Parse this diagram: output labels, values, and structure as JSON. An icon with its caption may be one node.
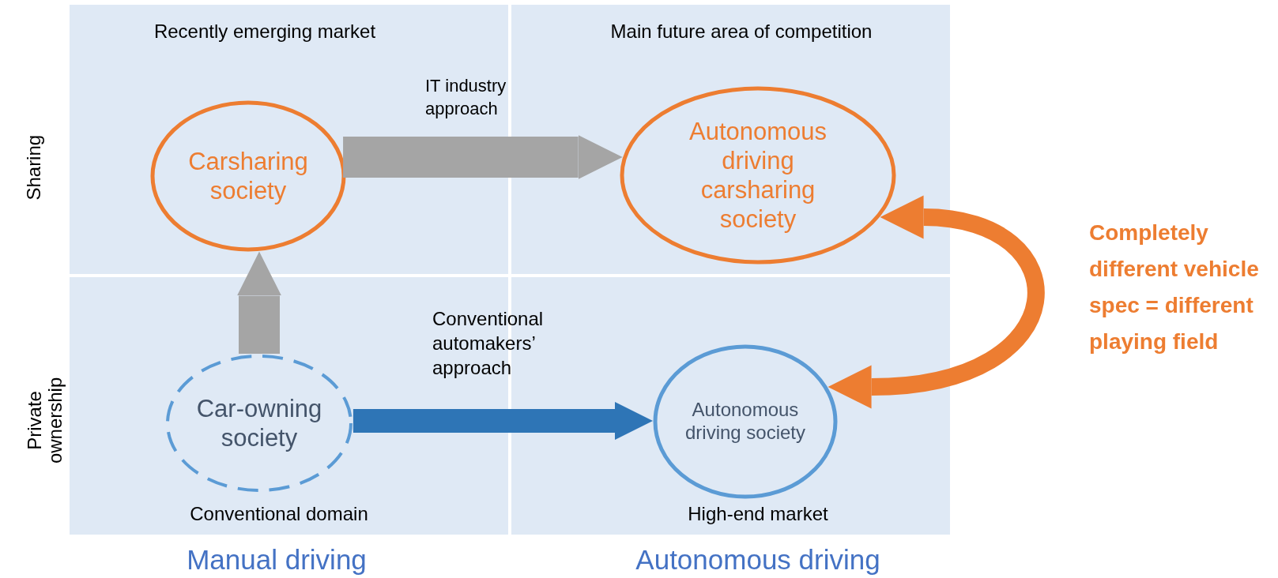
{
  "diagram": {
    "nodes": [
      {
        "text": [
          "Recently emerging market"
        ]
      },
      {
        "text": [
          "Carsharing society"
        ],
        "in": 0
      },
      {
        "text": [
          "Main future area of competition"
        ]
      },
      {
        "text": [
          "Autonomous driving carsharing society"
        ],
        "in": 2
      },
      {
        "text": [
          "Conventional domain"
        ]
      },
      {
        "text": [
          "Car-owning society"
        ],
        "in": 4
      },
      {
        "text": [
          "High-end market"
        ]
      },
      {
        "text": [
          "Autonomous driving society"
        ],
        "in": 6
      }
    ],
    "edges": [
      {
        "from": 5,
        "to": 1,
        "arrow": "to"
      },
      {
        "from": 1,
        "to": 3,
        "arrow": "to",
        "label": "IT industry approach"
      },
      {
        "from": 5,
        "to": 7,
        "arrow": "to",
        "color": "#2e75b6",
        "label": "Conventional automakers’ approach"
      },
      {
        "from": 3,
        "to": 7,
        "arrow": "both",
        "color": "#ed7d31",
        "label": "Completely different vehicle spec = different playing field"
      }
    ],
    "labels": [
      "Sharing",
      "Private ownership",
      "Manual driving",
      "Autonomous driving"
    ]
  }
}
